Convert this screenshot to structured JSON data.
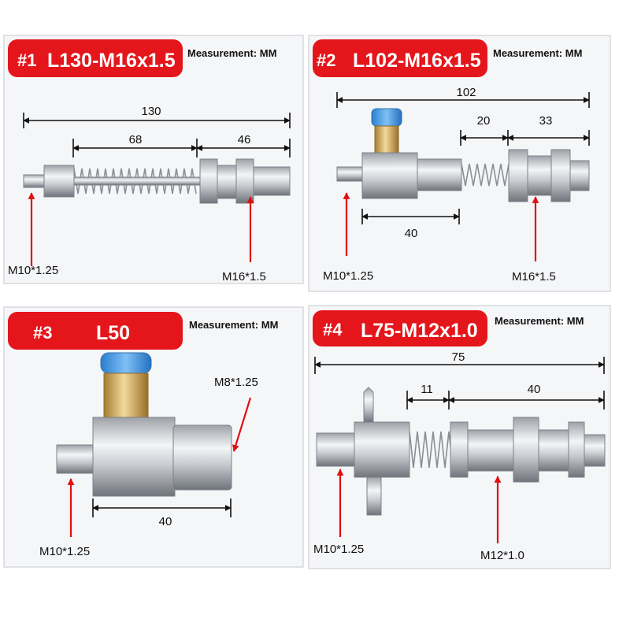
{
  "colors": {
    "badge": "#e4161b",
    "arrow": "#e01010"
  },
  "panels": [
    {
      "badge_num": "#1",
      "badge_model": "L130-M16x1.5",
      "measurement": "Measurement: MM",
      "dims": {
        "total": "130",
        "spring": "68",
        "thread": "46"
      },
      "labels": {
        "left": "M10*1.25",
        "right": "M16*1.5"
      }
    },
    {
      "badge_num": "#2",
      "badge_model": "L102-M16x1.5",
      "measurement": "Measurement: MM",
      "dims": {
        "total": "102",
        "spring": "20",
        "thread": "33",
        "body": "40"
      },
      "labels": {
        "left": "M10*1.25",
        "right": "M16*1.5"
      }
    },
    {
      "badge_num": "#3",
      "badge_model": "L50",
      "measurement": "Measurement: MM",
      "dims": {
        "body": "40"
      },
      "labels": {
        "top": "M8*1.25",
        "left": "M10*1.25"
      }
    },
    {
      "badge_num": "#4",
      "badge_model": "L75-M12x1.0",
      "measurement": "Measurement: MM",
      "dims": {
        "total": "75",
        "spring": "11",
        "thread": "40"
      },
      "labels": {
        "left": "M10*1.25",
        "right": "M12*1.0"
      }
    }
  ]
}
